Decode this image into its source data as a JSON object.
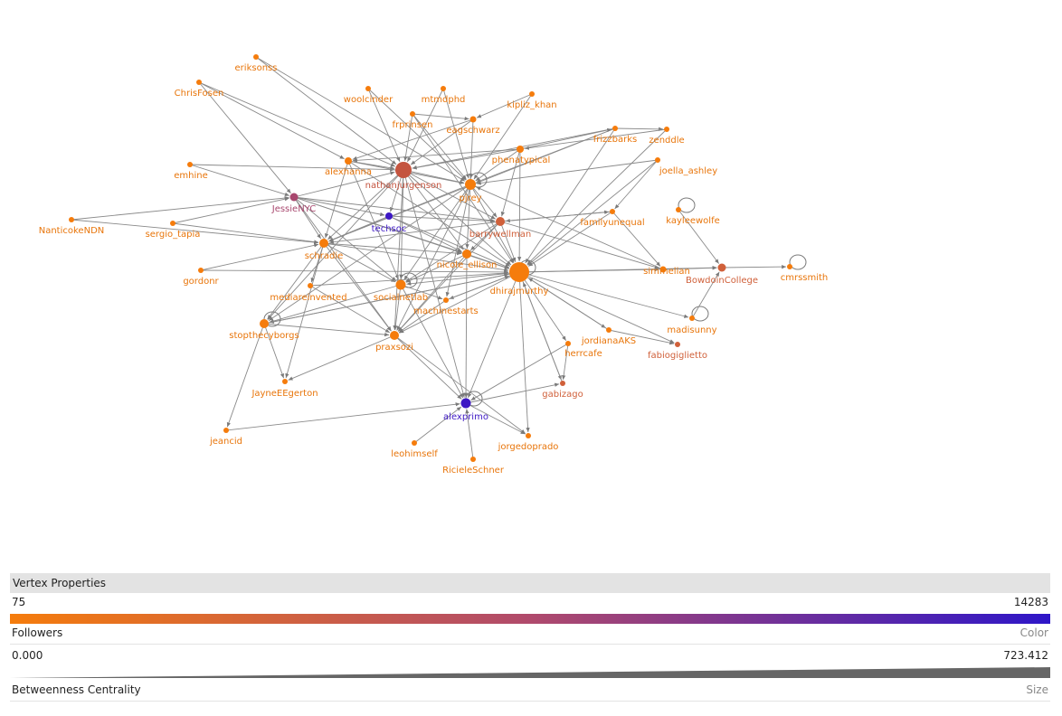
{
  "nodes": [
    {
      "id": "eriksonss",
      "label": "eriksonss",
      "color": "#f57c0c",
      "r": 3
    },
    {
      "id": "ChrisFosen",
      "label": "ChrisFosen",
      "color": "#f57c0c",
      "r": 3
    },
    {
      "id": "woolcinder",
      "label": "woolcinder",
      "color": "#f57c0c",
      "r": 3
    },
    {
      "id": "mtmdphd",
      "label": "mtmdphd",
      "color": "#f57c0c",
      "r": 3
    },
    {
      "id": "kipliz_khan",
      "label": "kipliz_khan",
      "color": "#f57c0c",
      "r": 3
    },
    {
      "id": "frprinsen",
      "label": "frprinsen",
      "color": "#f57c0c",
      "r": 3
    },
    {
      "id": "eagschwarz",
      "label": "eagschwarz",
      "color": "#f57c0c",
      "r": 3.5
    },
    {
      "id": "frizzbarks",
      "label": "frizzbarks",
      "color": "#f57c0c",
      "r": 3
    },
    {
      "id": "zenddle",
      "label": "zenddle",
      "color": "#f57c0c",
      "r": 3
    },
    {
      "id": "phenatypical",
      "label": "phenatypical",
      "color": "#f57c0c",
      "r": 4
    },
    {
      "id": "emhine",
      "label": "emhine",
      "color": "#f57c0c",
      "r": 3
    },
    {
      "id": "alexhanna",
      "label": "alexhanna",
      "color": "#f57c0c",
      "r": 4
    },
    {
      "id": "nathanjurgenson",
      "label": "nathanjurgenson",
      "color": "#c4543f",
      "r": 9
    },
    {
      "id": "pjrey",
      "label": "pjrey",
      "color": "#f57c0c",
      "r": 6
    },
    {
      "id": "joella_ashley",
      "label": "joella_ashley",
      "color": "#f57c0c",
      "r": 3
    },
    {
      "id": "JessieNYC",
      "label": "JessieNYC",
      "color": "#a8476e",
      "r": 4.5
    },
    {
      "id": "techsoc",
      "label": "techsoc",
      "color": "#3d18c4",
      "r": 4
    },
    {
      "id": "familyunequal",
      "label": "familyunequal",
      "color": "#f57c0c",
      "r": 3
    },
    {
      "id": "kayleewolfe",
      "label": "kayleewolfe",
      "color": "#f57c0c",
      "r": 3
    },
    {
      "id": "NanticokeNDN",
      "label": "NanticokeNDN",
      "color": "#f57c0c",
      "r": 3
    },
    {
      "id": "sergio_tapia",
      "label": "sergio_tapia",
      "color": "#f57c0c",
      "r": 3
    },
    {
      "id": "barrywellman",
      "label": "barrywellman",
      "color": "#d0603a",
      "r": 5
    },
    {
      "id": "schradie",
      "label": "schradie",
      "color": "#f57c0c",
      "r": 5
    },
    {
      "id": "nicole_ellison",
      "label": "nicole_ellison",
      "color": "#f57c0c",
      "r": 5
    },
    {
      "id": "dhirajmurthy",
      "label": "dhirajmurthy",
      "color": "#f57c0c",
      "r": 11
    },
    {
      "id": "simmelian",
      "label": "simmelian",
      "color": "#f57c0c",
      "r": 3.5
    },
    {
      "id": "BowdoinCollege",
      "label": "BowdoinCollege",
      "color": "#d0603a",
      "r": 4.5
    },
    {
      "id": "cmrssmith",
      "label": "cmrssmith",
      "color": "#f57c0c",
      "r": 3
    },
    {
      "id": "gordonr",
      "label": "gordonr",
      "color": "#f57c0c",
      "r": 3
    },
    {
      "id": "mediareinvented",
      "label": "mediareinvented",
      "color": "#f57c0c",
      "r": 3
    },
    {
      "id": "socialnetlab",
      "label": "socialnetlab",
      "color": "#f57c0c",
      "r": 5.5
    },
    {
      "id": "machinestarts",
      "label": "machinestarts",
      "color": "#f57c0c",
      "r": 3
    },
    {
      "id": "madisunny",
      "label": "madisunny",
      "color": "#f57c0c",
      "r": 3
    },
    {
      "id": "stopthecyborgs",
      "label": "stopthecyborgs",
      "color": "#f57c0c",
      "r": 5
    },
    {
      "id": "praxsozi",
      "label": "praxsozi",
      "color": "#f57c0c",
      "r": 5
    },
    {
      "id": "jordianaAKS",
      "label": "jordianaAKS",
      "color": "#f57c0c",
      "r": 3
    },
    {
      "id": "herrcafe",
      "label": "herrcafe",
      "color": "#f57c0c",
      "r": 3
    },
    {
      "id": "fabiogiglietto",
      "label": "fabiogiglietto",
      "color": "#d0603a",
      "r": 3
    },
    {
      "id": "JayneEEgerton",
      "label": "JayneEEgerton",
      "color": "#f57c0c",
      "r": 3
    },
    {
      "id": "gabizago",
      "label": "gabizago",
      "color": "#d0603a",
      "r": 3
    },
    {
      "id": "alexprimo",
      "label": "alexprimo",
      "color": "#3d18c4",
      "r": 5.5
    },
    {
      "id": "jeancid",
      "label": "jeancid",
      "color": "#f57c0c",
      "r": 3
    },
    {
      "id": "jorgedoprado",
      "label": "jorgedoprado",
      "color": "#f57c0c",
      "r": 3
    },
    {
      "id": "leohimself",
      "label": "leohimself",
      "color": "#f57c0c",
      "r": 3
    },
    {
      "id": "RicieleSchner",
      "label": "RicieleSchner",
      "color": "#f57c0c",
      "r": 3
    }
  ],
  "edges": [
    [
      "eriksonss",
      "nathanjurgenson"
    ],
    [
      "eriksonss",
      "pjrey"
    ],
    [
      "ChrisFosen",
      "nathanjurgenson"
    ],
    [
      "ChrisFosen",
      "JessieNYC"
    ],
    [
      "ChrisFosen",
      "alexhanna"
    ],
    [
      "woolcinder",
      "nathanjurgenson"
    ],
    [
      "woolcinder",
      "pjrey"
    ],
    [
      "mtmdphd",
      "nathanjurgenson"
    ],
    [
      "mtmdphd",
      "pjrey"
    ],
    [
      "kipliz_khan",
      "eagschwarz"
    ],
    [
      "kipliz_khan",
      "pjrey"
    ],
    [
      "frprinsen",
      "nathanjurgenson"
    ],
    [
      "frprinsen",
      "pjrey"
    ],
    [
      "frprinsen",
      "eagschwarz"
    ],
    [
      "frprinsen",
      "dhirajmurthy"
    ],
    [
      "eagschwarz",
      "nathanjurgenson"
    ],
    [
      "eagschwarz",
      "pjrey"
    ],
    [
      "eagschwarz",
      "alexhanna"
    ],
    [
      "frizzbarks",
      "nathanjurgenson"
    ],
    [
      "frizzbarks",
      "pjrey"
    ],
    [
      "frizzbarks",
      "zenddle"
    ],
    [
      "frizzbarks",
      "dhirajmurthy"
    ],
    [
      "frizzbarks",
      "schradie"
    ],
    [
      "zenddle",
      "dhirajmurthy"
    ],
    [
      "zenddle",
      "phenatypical"
    ],
    [
      "phenatypical",
      "nathanjurgenson"
    ],
    [
      "phenatypical",
      "pjrey"
    ],
    [
      "phenatypical",
      "dhirajmurthy"
    ],
    [
      "phenatypical",
      "frizzbarks"
    ],
    [
      "phenatypical",
      "barrywellman"
    ],
    [
      "phenatypical",
      "alexhanna"
    ],
    [
      "emhine",
      "nathanjurgenson"
    ],
    [
      "emhine",
      "JessieNYC"
    ],
    [
      "alexhanna",
      "nathanjurgenson"
    ],
    [
      "alexhanna",
      "pjrey"
    ],
    [
      "alexhanna",
      "dhirajmurthy"
    ],
    [
      "alexhanna",
      "schradie"
    ],
    [
      "alexhanna",
      "socialnetlab"
    ],
    [
      "nathanjurgenson",
      "pjrey"
    ],
    [
      "nathanjurgenson",
      "dhirajmurthy"
    ],
    [
      "nathanjurgenson",
      "barrywellman"
    ],
    [
      "nathanjurgenson",
      "schradie"
    ],
    [
      "nathanjurgenson",
      "socialnetlab"
    ],
    [
      "nathanjurgenson",
      "praxsozi"
    ],
    [
      "nathanjurgenson",
      "stopthecyborgs"
    ],
    [
      "nathanjurgenson",
      "nicole_ellison"
    ],
    [
      "nathanjurgenson",
      "techsoc"
    ],
    [
      "nathanjurgenson",
      "alexprimo"
    ],
    [
      "pjrey",
      "dhirajmurthy"
    ],
    [
      "pjrey",
      "barrywellman"
    ],
    [
      "pjrey",
      "schradie"
    ],
    [
      "pjrey",
      "socialnetlab"
    ],
    [
      "pjrey",
      "stopthecyborgs"
    ],
    [
      "pjrey",
      "praxsozi"
    ],
    [
      "pjrey",
      "nicole_ellison"
    ],
    [
      "pjrey",
      "machinestarts"
    ],
    [
      "joella_ashley",
      "pjrey"
    ],
    [
      "joella_ashley",
      "dhirajmurthy"
    ],
    [
      "joella_ashley",
      "familyunequal"
    ],
    [
      "JessieNYC",
      "nathanjurgenson"
    ],
    [
      "JessieNYC",
      "dhirajmurthy"
    ],
    [
      "JessieNYC",
      "schradie"
    ],
    [
      "JessieNYC",
      "barrywellman"
    ],
    [
      "JessieNYC",
      "nicole_ellison"
    ],
    [
      "JessieNYC",
      "techsoc"
    ],
    [
      "JessieNYC",
      "socialnetlab"
    ],
    [
      "JessieNYC",
      "praxsozi"
    ],
    [
      "techsoc",
      "dhirajmurthy"
    ],
    [
      "techsoc",
      "barrywellman"
    ],
    [
      "techsoc",
      "nicole_ellison"
    ],
    [
      "techsoc",
      "schradie"
    ],
    [
      "familyunequal",
      "dhirajmurthy"
    ],
    [
      "familyunequal",
      "barrywellman"
    ],
    [
      "familyunequal",
      "simmelian"
    ],
    [
      "kayleewolfe",
      "BowdoinCollege"
    ],
    [
      "kayleewolfe",
      "kayleewolfe"
    ],
    [
      "NanticokeNDN",
      "schradie"
    ],
    [
      "NanticokeNDN",
      "JessieNYC"
    ],
    [
      "sergio_tapia",
      "JessieNYC"
    ],
    [
      "sergio_tapia",
      "schradie"
    ],
    [
      "barrywellman",
      "dhirajmurthy"
    ],
    [
      "barrywellman",
      "nicole_ellison"
    ],
    [
      "barrywellman",
      "socialnetlab"
    ],
    [
      "barrywellman",
      "simmelian"
    ],
    [
      "barrywellman",
      "familyunequal"
    ],
    [
      "barrywellman",
      "praxsozi"
    ],
    [
      "barrywellman",
      "schradie"
    ],
    [
      "schradie",
      "dhirajmurthy"
    ],
    [
      "schradie",
      "socialnetlab"
    ],
    [
      "schradie",
      "stopthecyborgs"
    ],
    [
      "schradie",
      "praxsozi"
    ],
    [
      "schradie",
      "nicole_ellison"
    ],
    [
      "schradie",
      "mediareinvented"
    ],
    [
      "schradie",
      "JayneEEgerton"
    ],
    [
      "nicole_ellison",
      "dhirajmurthy"
    ],
    [
      "nicole_ellison",
      "socialnetlab"
    ],
    [
      "nicole_ellison",
      "praxsozi"
    ],
    [
      "nicole_ellison",
      "alexprimo"
    ],
    [
      "dhirajmurthy",
      "simmelian"
    ],
    [
      "dhirajmurthy",
      "BowdoinCollege"
    ],
    [
      "dhirajmurthy",
      "socialnetlab"
    ],
    [
      "dhirajmurthy",
      "praxsozi"
    ],
    [
      "dhirajmurthy",
      "stopthecyborgs"
    ],
    [
      "dhirajmurthy",
      "machinestarts"
    ],
    [
      "dhirajmurthy",
      "jordianaAKS"
    ],
    [
      "dhirajmurthy",
      "herrcafe"
    ],
    [
      "dhirajmurthy",
      "fabiogiglietto"
    ],
    [
      "dhirajmurthy",
      "gabizago"
    ],
    [
      "dhirajmurthy",
      "alexprimo"
    ],
    [
      "dhirajmurthy",
      "jorgedoprado"
    ],
    [
      "dhirajmurthy",
      "madisunny"
    ],
    [
      "dhirajmurthy",
      "dhirajmurthy"
    ],
    [
      "simmelian",
      "BowdoinCollege"
    ],
    [
      "simmelian",
      "pjrey"
    ],
    [
      "BowdoinCollege",
      "cmrssmith"
    ],
    [
      "cmrssmith",
      "cmrssmith"
    ],
    [
      "madisunny",
      "madisunny"
    ],
    [
      "madisunny",
      "BowdoinCollege"
    ],
    [
      "gordonr",
      "schradie"
    ],
    [
      "gordonr",
      "dhirajmurthy"
    ],
    [
      "mediareinvented",
      "dhirajmurthy"
    ],
    [
      "mediareinvented",
      "praxsozi"
    ],
    [
      "socialnetlab",
      "praxsozi"
    ],
    [
      "socialnetlab",
      "stopthecyborgs"
    ],
    [
      "socialnetlab",
      "machinestarts"
    ],
    [
      "socialnetlab",
      "alexprimo"
    ],
    [
      "machinestarts",
      "dhirajmurthy"
    ],
    [
      "machinestarts",
      "praxsozi"
    ],
    [
      "stopthecyborgs",
      "praxsozi"
    ],
    [
      "stopthecyborgs",
      "dhirajmurthy"
    ],
    [
      "stopthecyborgs",
      "JayneEEgerton"
    ],
    [
      "stopthecyborgs",
      "jeancid"
    ],
    [
      "stopthecyborgs",
      "stopthecyborgs"
    ],
    [
      "praxsozi",
      "alexprimo"
    ],
    [
      "praxsozi",
      "jorgedoprado"
    ],
    [
      "praxsozi",
      "JayneEEgerton"
    ],
    [
      "jordianaAKS",
      "dhirajmurthy"
    ],
    [
      "jordianaAKS",
      "fabiogiglietto"
    ],
    [
      "herrcafe",
      "gabizago"
    ],
    [
      "herrcafe",
      "alexprimo"
    ],
    [
      "gabizago",
      "dhirajmurthy"
    ],
    [
      "alexprimo",
      "gabizago"
    ],
    [
      "alexprimo",
      "alexprimo"
    ],
    [
      "alexprimo",
      "jorgedoprado"
    ],
    [
      "jeancid",
      "alexprimo"
    ],
    [
      "leohimself",
      "alexprimo"
    ],
    [
      "RicieleSchner",
      "alexprimo"
    ],
    [
      "pjrey",
      "pjrey"
    ],
    [
      "socialnetlab",
      "socialnetlab"
    ]
  ],
  "legend": {
    "header": "Vertex Properties",
    "color": {
      "min": "75",
      "max": "14283",
      "field": "Followers",
      "property": "Color",
      "from": "#f57c0c",
      "mid": "#b04a6c",
      "to": "#2e16c8"
    },
    "size": {
      "min": "0.000",
      "max": "723.412",
      "field": "Betweenness Centrality",
      "property": "Size",
      "fill": "#666666"
    }
  }
}
